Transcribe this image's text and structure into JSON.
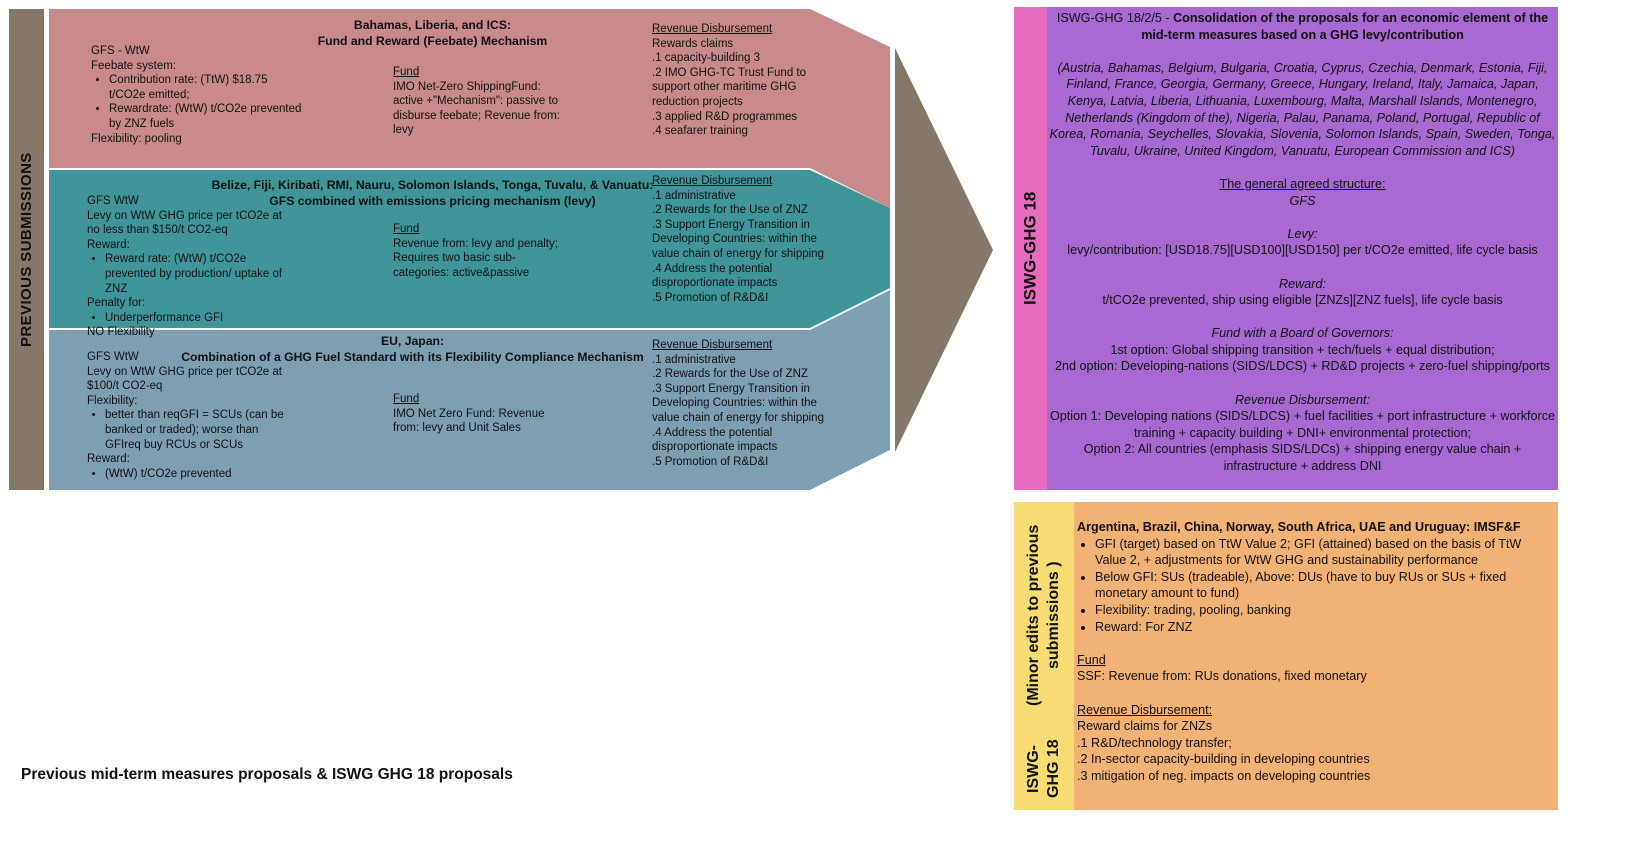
{
  "colors": {
    "side_bar": "#857868",
    "row1": "#c98a8c",
    "row2": "#3f9599",
    "row3": "#7d9fb2",
    "arrow": "#857868",
    "pink": "#e76bbf",
    "purple": "#a969d3",
    "yellow": "#f6dc72",
    "orange": "#f2b276"
  },
  "side_label": "PREVIOUS SUBMISSIONS",
  "caption": "Previous mid-term measures proposals & ISWG GHG 18 proposals",
  "row1": {
    "title_line1": "Bahamas, Liberia, and ICS:",
    "title_line2": "Fund and Reward (Feebate) Mechanism",
    "left_head": "GFS - WtW",
    "left_sub": "Feebate system:",
    "left_bullets": [
      "Contribution rate: (TtW) $18.75 t/CO2e emitted;",
      "Rewardrate: (WtW) t/CO2e prevented by ZNZ fuels"
    ],
    "left_tail": "Flexibility: pooling",
    "fund_head": "Fund",
    "fund_text": "IMO Net-Zero ShippingFund: active +\"Mechanism\": passive to disburse feebate; Revenue from: levy",
    "rev_head": "Revenue Disbursement",
    "rev_lines": [
      "Rewards claims",
      ".1 capacity-building 3",
      ".2 IMO GHG-TC Trust Fund to support other maritime GHG reduction projects",
      ".3 applied R&D programmes",
      ".4 seafarer training"
    ]
  },
  "row2": {
    "title_line1": "Belize, Fiji, Kiribati, RMI, Nauru, Solomon Islands, Tonga, Tuvalu, & Vanuatu:",
    "title_line2": "GFS combined with emissions pricing mechanism (levy)",
    "left_lines1": [
      "GFS WtW",
      "Levy on WtW GHG price per tCO2e at no less than $150/t CO2-eq",
      "Reward:"
    ],
    "left_bullets1": [
      "Reward rate: (WtW) t/CO2e prevented by production/ uptake of ZNZ"
    ],
    "left_mid": "Penalty for:",
    "left_bullets2": [
      "Underperformance GFI"
    ],
    "left_tail": "NO Flexibility",
    "fund_head": "Fund",
    "fund_text": "Revenue from: levy and penalty; Requires two basic sub-categories: active&passive",
    "rev_head": "Revenue Disbursement",
    "rev_lines": [
      ".1 administrative",
      ".2 Rewards for the Use of ZNZ",
      ".3 Support Energy Transition in Developing Countries: within the value chain of energy for shipping",
      ".4 Address the potential disproportionate impacts",
      ".5 Promotion of R&D&I"
    ]
  },
  "row3": {
    "title_line1": "EU, Japan:",
    "title_line2": "Combination of a GHG Fuel Standard with its Flexibility Compliance Mechanism",
    "left_lines1": [
      "GFS WtW",
      "Levy on WtW GHG price per tCO2e at $100/t CO2-eq",
      "Flexibility:"
    ],
    "left_bullets1": [
      "better than reqGFI = SCUs (can be banked or traded); worse than GFIreq buy RCUs or SCUs"
    ],
    "left_mid": "Reward:",
    "left_bullets2": [
      "(WtW) t/CO2e prevented"
    ],
    "fund_head": "Fund",
    "fund_text": "IMO Net Zero Fund: Revenue from: levy and Unit Sales",
    "rev_head": "Revenue Disbursement",
    "rev_lines": [
      ".1 administrative",
      ".2 Rewards for the Use of ZNZ",
      ".3 Support Energy Transition in Developing Countries: within the value chain of energy for shipping",
      ".4 Address the potential disproportionate impacts",
      ".5 Promotion of R&D&I"
    ]
  },
  "right_top": {
    "vertical_label": "ISWG-GHG 18",
    "doc_ref": "ISWG-GHG 18/2/5 - ",
    "doc_title": "Consolidation of the proposals for an economic element of the mid-term measures based on a GHG levy/contribution",
    "countries": "(Austria, Bahamas, Belgium, Bulgaria, Croatia, Cyprus, Czechia, Denmark, Estonia, Fiji, Finland, France, Georgia, Germany, Greece, Hungary, Ireland, Italy, Jamaica, Japan, Kenya, Latvia, Liberia, Lithuania, Luxembourg, Malta, Marshall Islands, Montenegro, Netherlands (Kingdom of the), Nigeria, Palau, Panama, Poland, Portugal, Republic of Korea, Romania, Seychelles, Slovakia, Slovenia, Solomon Islands, Spain, Sweden, Tonga, Tuvalu, Ukraine, United Kingdom, Vanuatu, European Commission and ICS)",
    "structure_head": "The general agreed structure:",
    "structure_val": "GFS",
    "levy_head": "Levy:",
    "levy_val": "levy/contribution: [USD18.75][USD100][USD150] per t/CO2e emitted, life cycle basis",
    "reward_head": "Reward:",
    "reward_val": "t/tCO2e prevented, ship using eligible [ZNZs][ZNZ fuels], life cycle basis",
    "fund_head": "Fund with a Board of Governors:",
    "fund_opt1": "1st option: Global shipping transition + tech/fuels + equal distribution;",
    "fund_opt2": "2nd option: Developing-nations (SIDS/LDCS) + RD&D projects + zero-fuel shipping/ports",
    "rev_head": "Revenue Disbursement:",
    "rev_opt1": "Option 1: Developing nations (SIDS/LDCS) + fuel facilities + port infrastructure + workforce training + capacity building + DNI+ environmental protection;",
    "rev_opt2": "Option 2: All countries (emphasis SIDS/LDCs) + shipping energy value chain + infrastructure + address DNI"
  },
  "right_bottom": {
    "vertical_line1": "ISWG-GHG 18",
    "vertical_line2": "(Minor edits to previous submissions )",
    "title": "Argentina, Brazil, China, Norway, South Africa, UAE and Uruguay: IMSF&F",
    "bullets": [
      "GFI (target) based on TtW Value 2; GFI (attained) based on the basis of TtW Value 2, + adjustments for WtW GHG and sustainability performance",
      "Below GFI: SUs (tradeable), Above: DUs (have to buy RUs or SUs + fixed monetary amount to fund)",
      "Flexibility: trading, pooling, banking",
      "Reward: For ZNZ"
    ],
    "fund_head": "Fund",
    "fund_text": "SSF: Revenue from: RUs donations, fixed monetary",
    "rev_head": "Revenue Disbursement:",
    "rev_lines": [
      "Reward claims for ZNZs",
      ".1 R&D/technology transfer;",
      ".2 In-sector capacity-building in developing countries",
      ".3 mitigation of neg. impacts on developing countries"
    ]
  }
}
